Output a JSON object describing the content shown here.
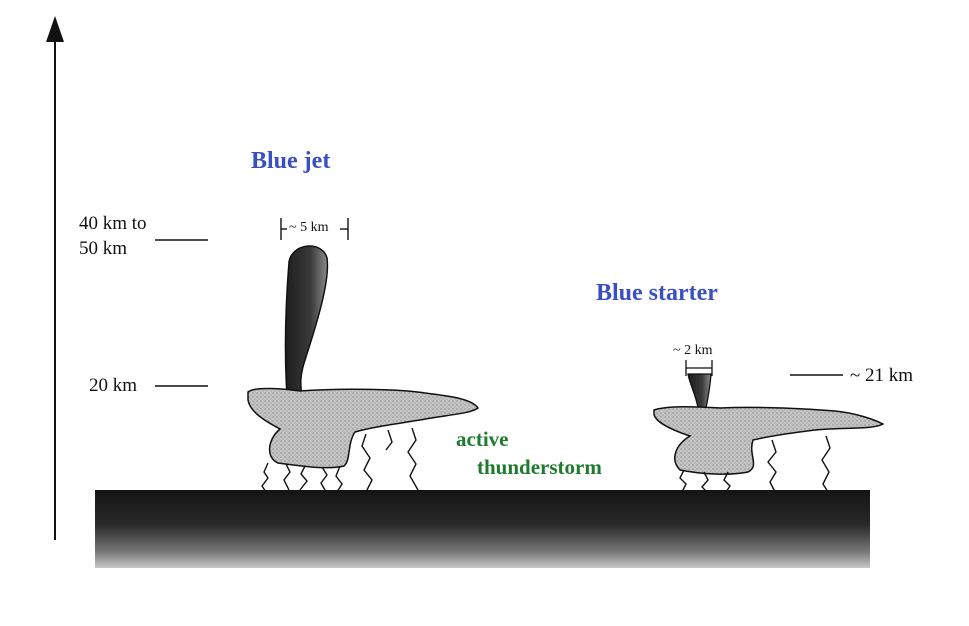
{
  "labels": {
    "blue_jet": "Blue jet",
    "blue_starter": "Blue starter",
    "active": "active",
    "thunderstorm": "thunderstorm",
    "alt_40_line1": "40 km to",
    "alt_40_line2": "50 km",
    "alt_20": "20 km",
    "alt_21": "~ 21 km",
    "width_jet": "~ 5 km",
    "width_starter": "~ 2 km"
  },
  "colors": {
    "title_blue": "#3a4fc2",
    "label_green": "#1f7a2e",
    "ink": "#111111",
    "cloud_fill": "#bdbdbd",
    "ground": "#1a1a1a"
  }
}
